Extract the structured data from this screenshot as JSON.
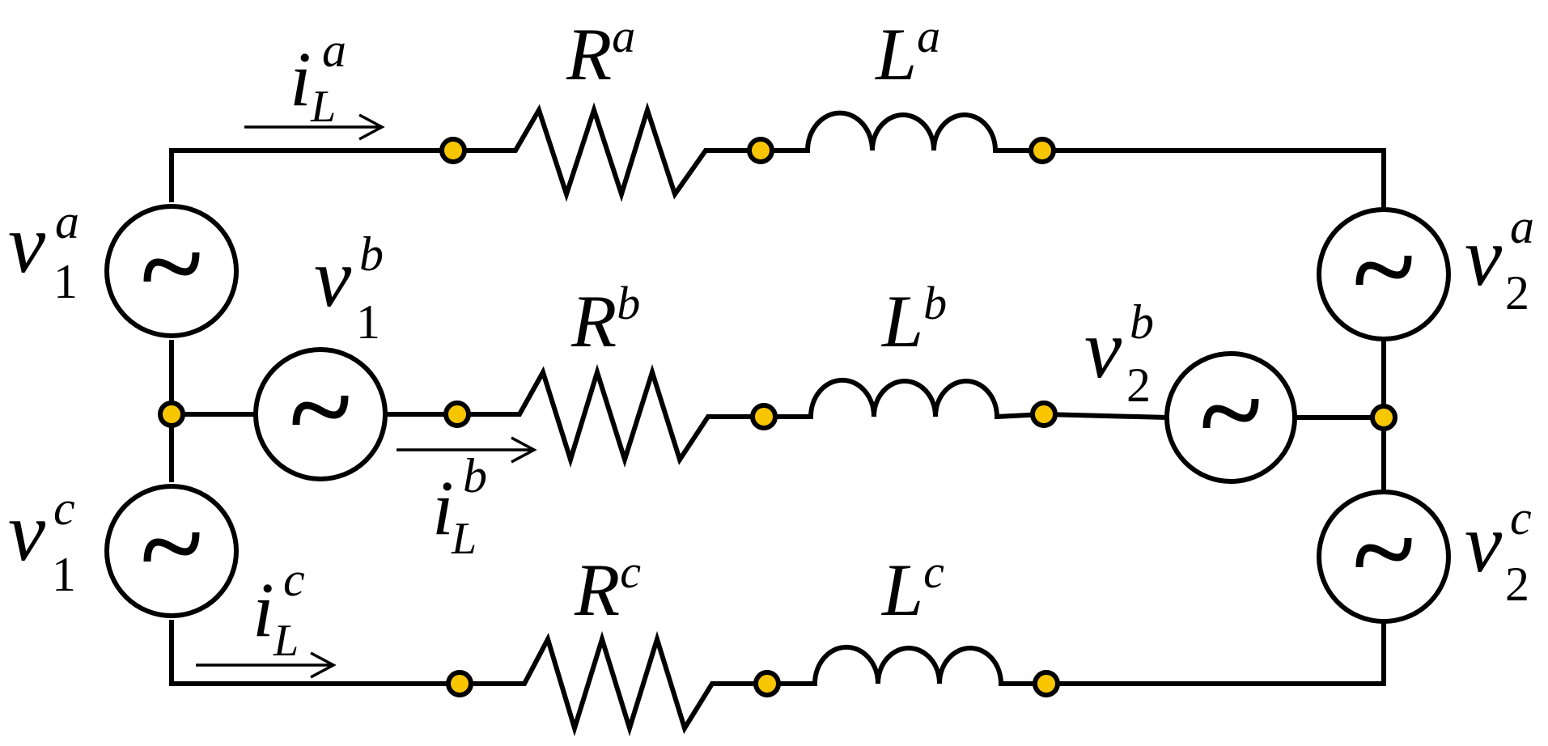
{
  "diagram": {
    "type": "three-phase RL line circuit",
    "colors": {
      "wire": "#000000",
      "node_fill": "#f7c600",
      "background": "#ffffff"
    },
    "labels": {
      "R_a": {
        "base": "R",
        "sup": "a"
      },
      "L_a": {
        "base": "L",
        "sup": "a"
      },
      "R_b": {
        "base": "R",
        "sup": "b"
      },
      "L_b": {
        "base": "L",
        "sup": "b"
      },
      "R_c": {
        "base": "R",
        "sup": "c"
      },
      "L_c": {
        "base": "L",
        "sup": "c"
      },
      "v1_a": {
        "base": "v",
        "sup": "a",
        "sub": "1"
      },
      "v1_b": {
        "base": "v",
        "sup": "b",
        "sub": "1"
      },
      "v1_c": {
        "base": "v",
        "sup": "c",
        "sub": "1"
      },
      "v2_a": {
        "base": "v",
        "sup": "a",
        "sub": "2"
      },
      "v2_b": {
        "base": "v",
        "sup": "b",
        "sub": "2"
      },
      "v2_c": {
        "base": "v",
        "sup": "c",
        "sub": "2"
      },
      "iL_a": {
        "base": "i",
        "sup": "a",
        "sub": "L"
      },
      "iL_b": {
        "base": "i",
        "sup": "b",
        "sub": "L"
      },
      "iL_c": {
        "base": "i",
        "sup": "c",
        "sub": "L"
      }
    }
  }
}
